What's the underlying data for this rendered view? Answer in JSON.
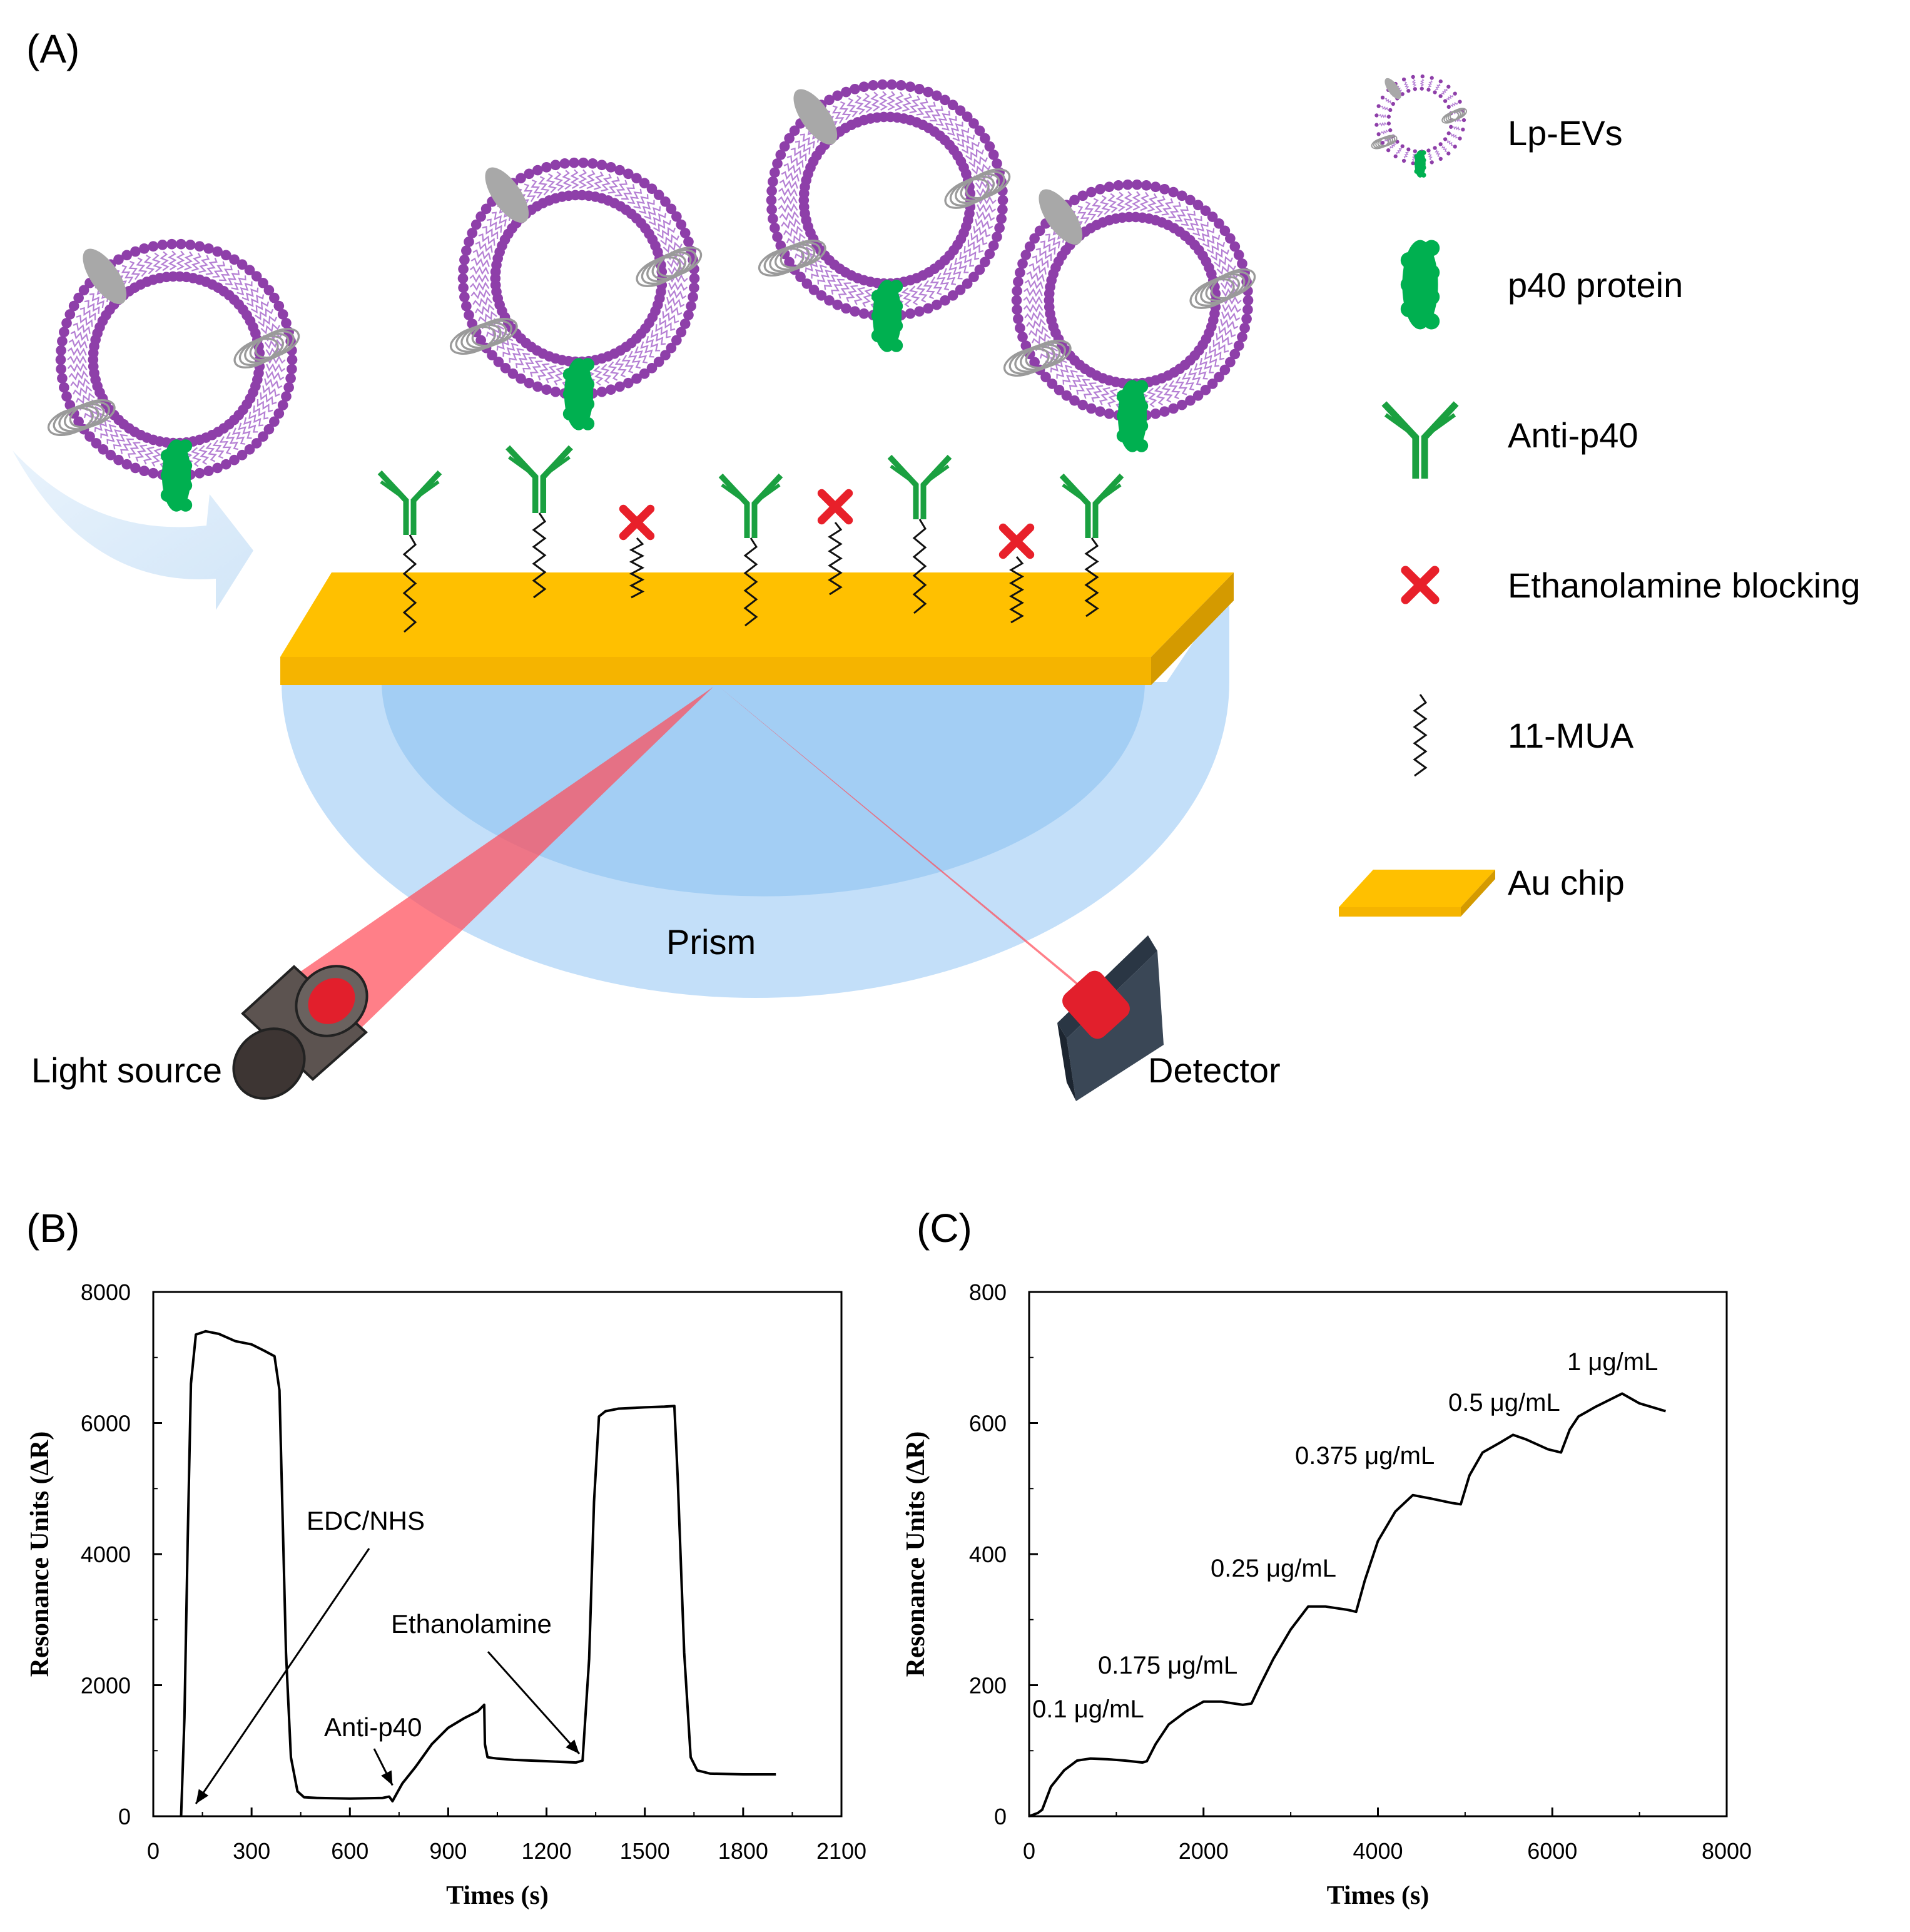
{
  "panel_a": {
    "label": "(A)",
    "prism_label": "Prism",
    "light_source_label": "Light source",
    "detector_label": "Detector",
    "legend": [
      {
        "icon": "vesicle-icon",
        "label": "Lp-EVs"
      },
      {
        "icon": "protein-icon",
        "label": "p40 protein"
      },
      {
        "icon": "antibody-icon",
        "label": "Anti-p40"
      },
      {
        "icon": "cross-icon",
        "label": "Ethanolamine  blocking"
      },
      {
        "icon": "linker-icon",
        "label": "11-MUA"
      },
      {
        "icon": "chip-icon",
        "label": "Au chip"
      }
    ],
    "colors": {
      "membrane": "#8e3fa9",
      "membrane_tail": "#b580d4",
      "protein": "#00b050",
      "antibody": "#1aa040",
      "gold": "#ffc000",
      "gold_edge": "#d49a00",
      "cross": "#e8202a",
      "prism": "#a8d0f4",
      "beam": "#ff4d5a"
    }
  },
  "chart_data": [
    {
      "panel": "(B)",
      "type": "line",
      "xlabel": "Times  (s)",
      "ylabel": "Resonance Units (ΔR)",
      "xlim": [
        0,
        2100
      ],
      "ylim": [
        0,
        8000
      ],
      "xticks": [
        0,
        300,
        600,
        900,
        1200,
        1500,
        1800,
        2100
      ],
      "yticks": [
        0,
        2000,
        4000,
        6000,
        8000
      ],
      "x": [
        85,
        95,
        105,
        115,
        130,
        160,
        200,
        250,
        300,
        340,
        370,
        385,
        395,
        405,
        420,
        440,
        460,
        500,
        600,
        700,
        720,
        730,
        740,
        760,
        800,
        850,
        900,
        950,
        990,
        1010,
        1012,
        1020,
        1050,
        1100,
        1200,
        1290,
        1310,
        1330,
        1345,
        1360,
        1380,
        1420,
        1500,
        1560,
        1590,
        1600,
        1620,
        1640,
        1660,
        1700,
        1800,
        1900
      ],
      "y": [
        0,
        1500,
        4200,
        6600,
        7350,
        7400,
        7360,
        7250,
        7200,
        7100,
        7020,
        6500,
        4500,
        2500,
        900,
        380,
        290,
        280,
        270,
        280,
        300,
        230,
        320,
        500,
        750,
        1100,
        1350,
        1500,
        1600,
        1700,
        1100,
        900,
        880,
        860,
        840,
        820,
        850,
        2400,
        4800,
        6100,
        6180,
        6220,
        6240,
        6250,
        6260,
        5200,
        2500,
        900,
        700,
        650,
        640,
        640
      ],
      "annotations": [
        "EDC/NHS",
        "Anti-p40",
        "Ethanolamine"
      ]
    },
    {
      "panel": "(C)",
      "type": "line",
      "xlabel": "Times  (s)",
      "ylabel": "Resonance Units (ΔR)",
      "xlim": [
        0,
        8000
      ],
      "ylim": [
        0,
        800
      ],
      "xticks": [
        0,
        2000,
        4000,
        6000,
        8000
      ],
      "yticks": [
        0,
        200,
        400,
        600,
        800
      ],
      "x": [
        0,
        100,
        150,
        250,
        400,
        550,
        700,
        900,
        1100,
        1300,
        1350,
        1450,
        1600,
        1800,
        2000,
        2200,
        2450,
        2550,
        2650,
        2800,
        3000,
        3200,
        3400,
        3650,
        3750,
        3850,
        4000,
        4200,
        4400,
        4600,
        4850,
        4950,
        5050,
        5200,
        5400,
        5550,
        5700,
        5950,
        6100,
        6200,
        6300,
        6500,
        6800,
        7000,
        7300
      ],
      "y": [
        0,
        5,
        10,
        45,
        70,
        85,
        88,
        87,
        85,
        82,
        84,
        110,
        140,
        160,
        175,
        175,
        170,
        172,
        200,
        240,
        285,
        320,
        320,
        315,
        312,
        360,
        420,
        465,
        490,
        485,
        478,
        476,
        520,
        555,
        570,
        582,
        575,
        560,
        555,
        590,
        610,
        625,
        645,
        630,
        618
      ],
      "annotations": [
        "0.1 μg/mL",
        "0.175 μg/mL",
        "0.25 μg/mL",
        "0.375 μg/mL",
        "0.5 μg/mL",
        "1 μg/mL"
      ]
    }
  ]
}
